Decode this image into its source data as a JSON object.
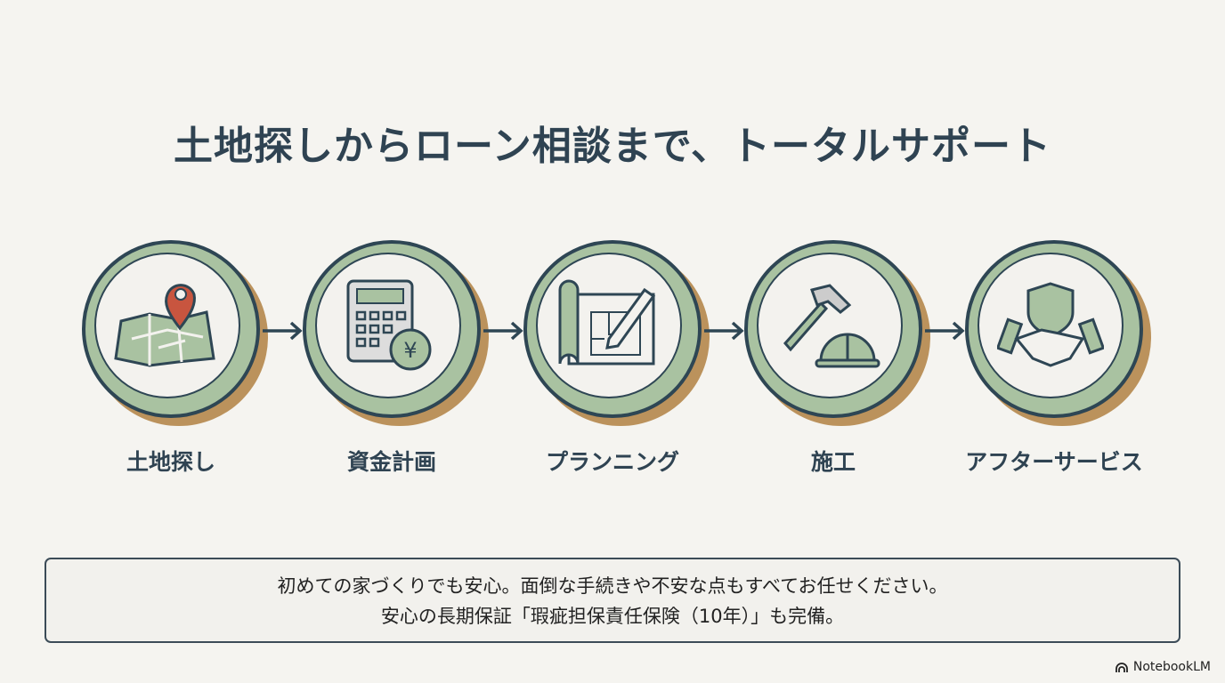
{
  "title": "土地探しからローン相談まで、トータルサポート",
  "steps": [
    {
      "label": "土地探し",
      "icon": "map-pin-icon"
    },
    {
      "label": "資金計画",
      "icon": "calculator-yen-icon"
    },
    {
      "label": "プランニング",
      "icon": "blueprint-pencil-icon"
    },
    {
      "label": "施工",
      "icon": "hammer-helmet-icon"
    },
    {
      "label": "アフターサービス",
      "icon": "shield-handshake-icon"
    }
  ],
  "note": {
    "line1": "初めての家づくりでも安心。面倒な手続きや不安な点もすべてお任せください。",
    "line2": "安心の長期保証「瑕疵担保責任保険（10年）」も完備。"
  },
  "brand": "NotebookLM",
  "colors": {
    "text": "#2f4352",
    "ring": "#a9c2a1",
    "shadow": "#bb925c",
    "pin": "#c8553f"
  }
}
